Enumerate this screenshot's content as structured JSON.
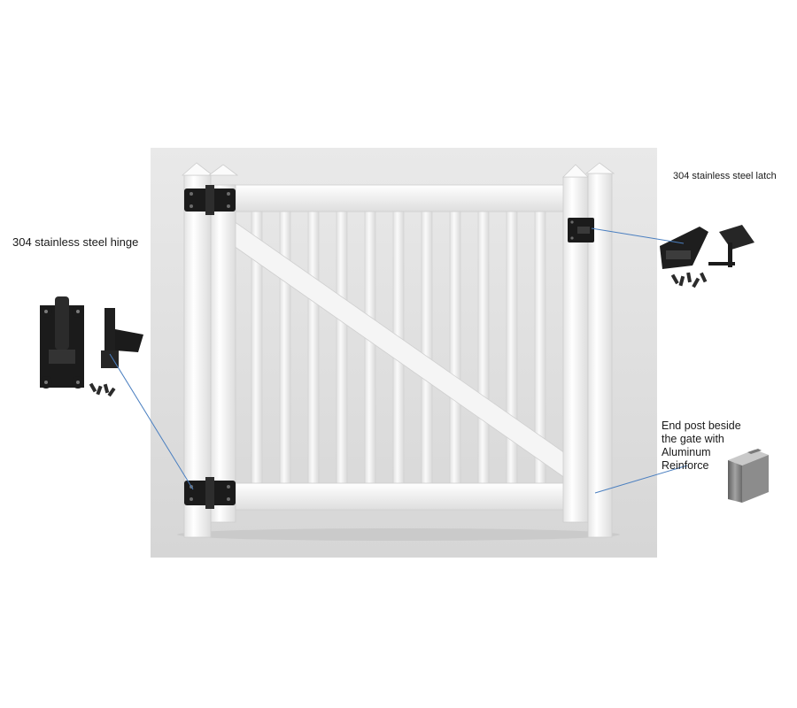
{
  "labels": {
    "hinge": "304 stainless steel hinge",
    "latch": "304 stainless steel latch",
    "post_line1": "End post beside",
    "post_line2": "the gate with",
    "post_line3": "Aluminum",
    "post_line4": "Reinforce"
  },
  "colors": {
    "backdrop": "#e3e3e3",
    "vinyl": "#f7f7f7",
    "vinyl_shade": "#d8d8d8",
    "hardware": "#1b1b1b",
    "leader": "#4a7fc0",
    "aluminum": "#7b7b7b"
  },
  "icons": {
    "hinge_detail": "spring-hinge-icon",
    "latch_detail": "gravity-latch-icon",
    "post_detail": "aluminum-insert-icon"
  }
}
